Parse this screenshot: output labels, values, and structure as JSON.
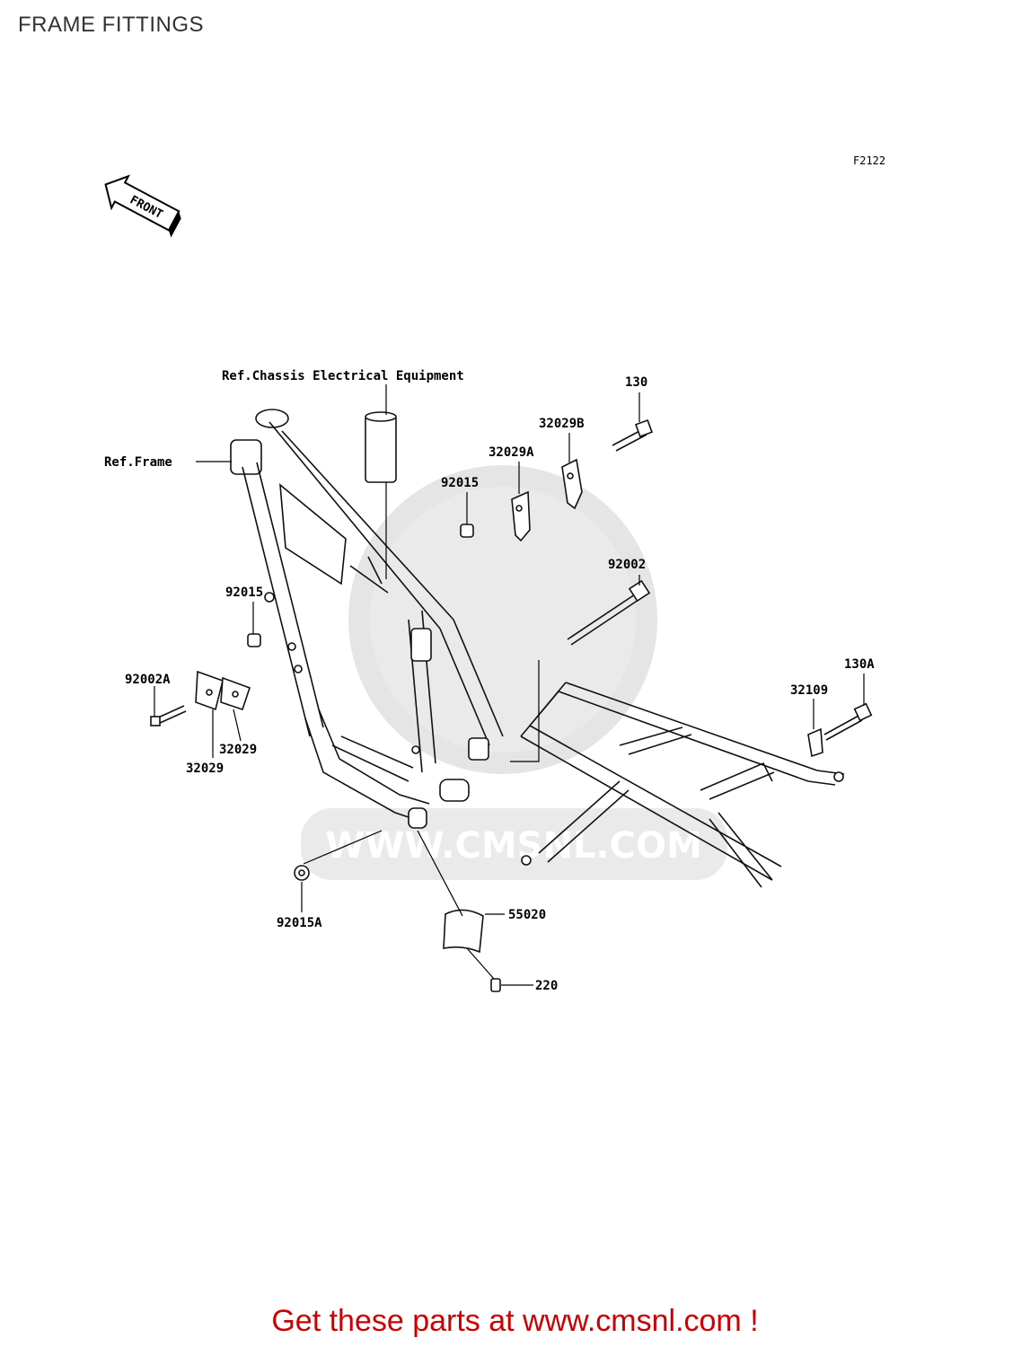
{
  "page": {
    "title": "FRAME FITTINGS",
    "figure_code": "F2122",
    "front_label": "FRONT",
    "watermark": "WWW.CMSNL.COM",
    "footer_link": "Get these parts at www.cmsnl.com !"
  },
  "references": {
    "chassis": "Ref.Chassis Electrical Equipment",
    "frame": "Ref.Frame"
  },
  "parts": [
    {
      "id": "130",
      "label": "130"
    },
    {
      "id": "32029B",
      "label": "32029B"
    },
    {
      "id": "32029A",
      "label": "32029A"
    },
    {
      "id": "92015-top",
      "label": "92015"
    },
    {
      "id": "92002",
      "label": "92002"
    },
    {
      "id": "92015-left",
      "label": "92015"
    },
    {
      "id": "92002A",
      "label": "92002A"
    },
    {
      "id": "32029-a",
      "label": "32029"
    },
    {
      "id": "32029-b",
      "label": "32029"
    },
    {
      "id": "130A",
      "label": "130A"
    },
    {
      "id": "32109",
      "label": "32109"
    },
    {
      "id": "55020",
      "label": "55020"
    },
    {
      "id": "92015A",
      "label": "92015A"
    },
    {
      "id": "220",
      "label": "220"
    }
  ]
}
